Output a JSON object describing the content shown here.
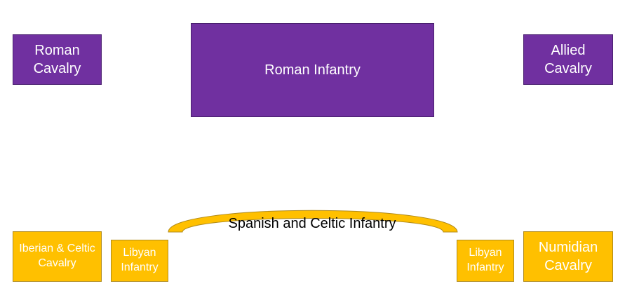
{
  "colors": {
    "roman": "#7030a0",
    "carthaginian": "#ffc000",
    "unit_text": "#ffffff",
    "label_text": "#000000"
  },
  "roman_side": {
    "roman_cavalry": "Roman Cavalry",
    "roman_infantry": "Roman Infantry",
    "allied_cavalry": "Allied Cavalry"
  },
  "carthaginian_side": {
    "iberian_celtic_cavalry": "Iberian & Celtic Cavalry",
    "libyan_infantry_left": "Libyan Infantry",
    "spanish_celtic_infantry": "Spanish and Celtic Infantry",
    "libyan_infantry_right": "Libyan Infantry",
    "numidian_cavalry": "Numidian Cavalry"
  }
}
